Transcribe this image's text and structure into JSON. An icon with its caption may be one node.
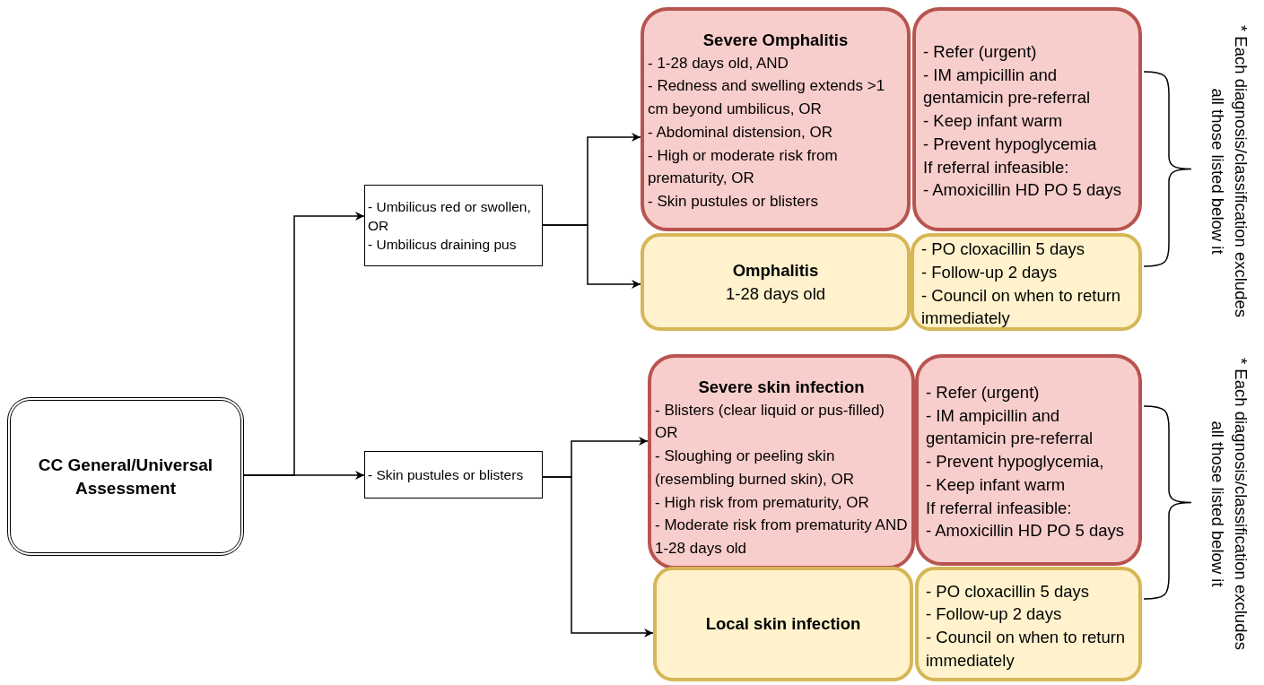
{
  "diagram": {
    "nodes": [
      {
        "text": [
          "CC General/Universal Assessment"
        ]
      },
      {
        "text": [
          "- Umbilicus red or swollen, OR",
          "- Umbilicus draining pus"
        ]
      },
      {
        "text": [
          "- Skin pustules or blisters"
        ]
      },
      {
        "text": [
          "Severe Omphalitis",
          "- 1-28 days old, AND",
          "- Redness and swelling extends >1 cm beyond umbilicus, OR",
          "- Abdominal distension, OR",
          "- High or moderate risk from prematurity, OR",
          "- Skin pustules or blisters"
        ]
      },
      {
        "text": [
          "- Refer (urgent)",
          "- IM ampicillin and gentamicin pre-referral",
          "- Keep infant warm",
          "- Prevent hypoglycemia",
          "If referral infeasible:",
          "- Amoxicillin HD PO 5 days"
        ]
      },
      {
        "text": [
          "Omphalitis",
          "1-28 days old"
        ]
      },
      {
        "text": [
          "- PO cloxacillin 5 days",
          "- Follow-up 2 days",
          "- Council on when to return immediately"
        ]
      },
      {
        "text": [
          "Severe skin infection",
          "- Blisters (clear liquid or pus-filled) OR",
          "- Sloughing or peeling skin (resembling burned skin), OR",
          "- High risk from prematurity, OR",
          "- Moderate risk from prematurity AND 1-28 days old"
        ]
      },
      {
        "text": [
          "- Refer (urgent)",
          "- IM ampicillin and gentamicin pre-referral",
          "- Prevent hypoglycemia,",
          "- Keep infant warm",
          "If referral infeasible:",
          "- Amoxicillin HD PO 5 days"
        ]
      },
      {
        "text": [
          "Local skin infection"
        ]
      },
      {
        "text": [
          "- PO cloxacillin 5 days",
          "- Follow-up 2 days",
          "- Council on when to return immediately"
        ]
      }
    ],
    "edges": [
      {
        "from": 0,
        "to": 1,
        "arrow": "to"
      },
      {
        "from": 0,
        "to": 2,
        "arrow": "to"
      },
      {
        "from": 1,
        "to": 3,
        "arrow": "to"
      },
      {
        "from": 1,
        "to": 5,
        "arrow": "to"
      },
      {
        "from": 2,
        "to": 7,
        "arrow": "to"
      },
      {
        "from": 2,
        "to": 9,
        "arrow": "to"
      }
    ],
    "labels": [
      "* Each diagnosis/classification excludes all those listed below it",
      "* Each diagnosis/classification excludes all those listed below it"
    ]
  }
}
